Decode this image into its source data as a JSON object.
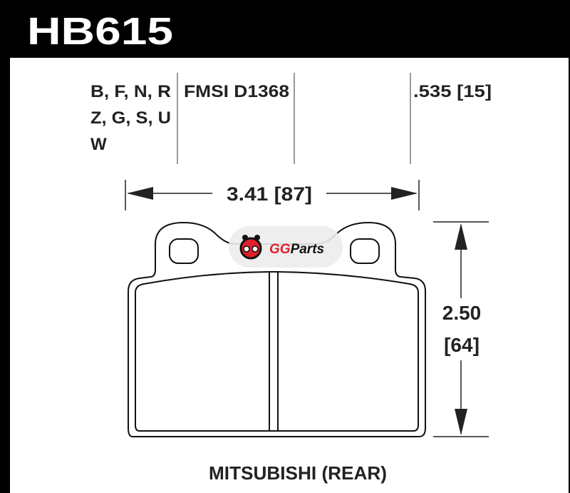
{
  "header": {
    "part_number": "HB615"
  },
  "specs": {
    "compounds_line1": "B, F, N, R",
    "compounds_line2": "Z, G, S, U",
    "compounds_line3": "W",
    "fmsi": "FMSI D1368",
    "thickness": ".535 [15]"
  },
  "dimensions": {
    "width": "3.41 [87]",
    "height_line1": "2.50",
    "height_line2": "[64]"
  },
  "watermark": {
    "text": "GGParts",
    "accent_color": "#e0202a"
  },
  "footer": {
    "application": "MITSUBISHI (REAR)"
  }
}
